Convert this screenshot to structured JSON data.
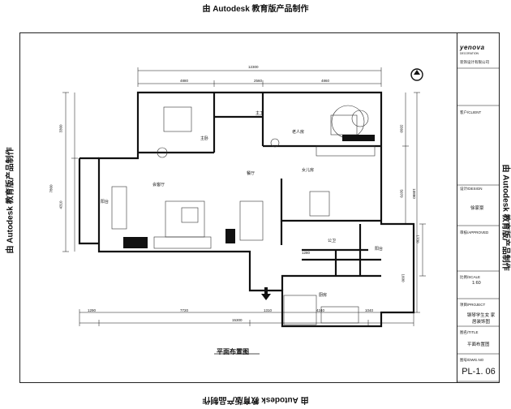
{
  "watermark": {
    "top": "由 Autodesk 教育版产品制作",
    "bottom": "由 Autodesk 教育版产品制作",
    "left": "由 Autodesk 教育版产品制作",
    "right": "由 Autodesk 教育版产品制作"
  },
  "drawing": {
    "title": "平面布置图",
    "rooms": {
      "master_bedroom": "主卧",
      "master_bath": "主卫",
      "elder_room": "老人房",
      "living_dining": "会客厅",
      "dining": "餐厅",
      "daughter_room": "女儿房",
      "bath": "公卫",
      "kitchen": "厨房",
      "balcony_w": "阳台",
      "balcony_e": "阳台"
    },
    "dims_top": {
      "total": "12300",
      "a": "4880",
      "b": "2560",
      "c": "4860"
    },
    "dims_bottom": {
      "total": "15300",
      "a": "1290",
      "b": "7720",
      "c": "1310",
      "d": "4240",
      "e": "1040"
    },
    "dims_left": {
      "a": "3360",
      "b": "7860",
      "c": "4310"
    },
    "dims_right": {
      "a": "3360",
      "b": "5070",
      "c": "10880",
      "d": "1730",
      "e": "1600"
    },
    "dims_kitchen": "1280"
  },
  "title_block": {
    "logo": "yenova",
    "logo_sub": "DECORATION",
    "company_line": "装饰设计有限公司",
    "client_label": "客户/CLIENT",
    "design_label": "设计/DESIGN",
    "designer": "徐家豪",
    "approved_label": "审核/APPROVED",
    "scale_label": "比例/SCALE",
    "scale": "1:60",
    "project_label": "项目/PROJECT",
    "project": "钢琴学生女 家居装饰图",
    "title_label": "图名/TITLE",
    "title": "平面布置图",
    "dwg_label": "图号/DWG.NO",
    "sheet_no": "PL-1. 06"
  }
}
